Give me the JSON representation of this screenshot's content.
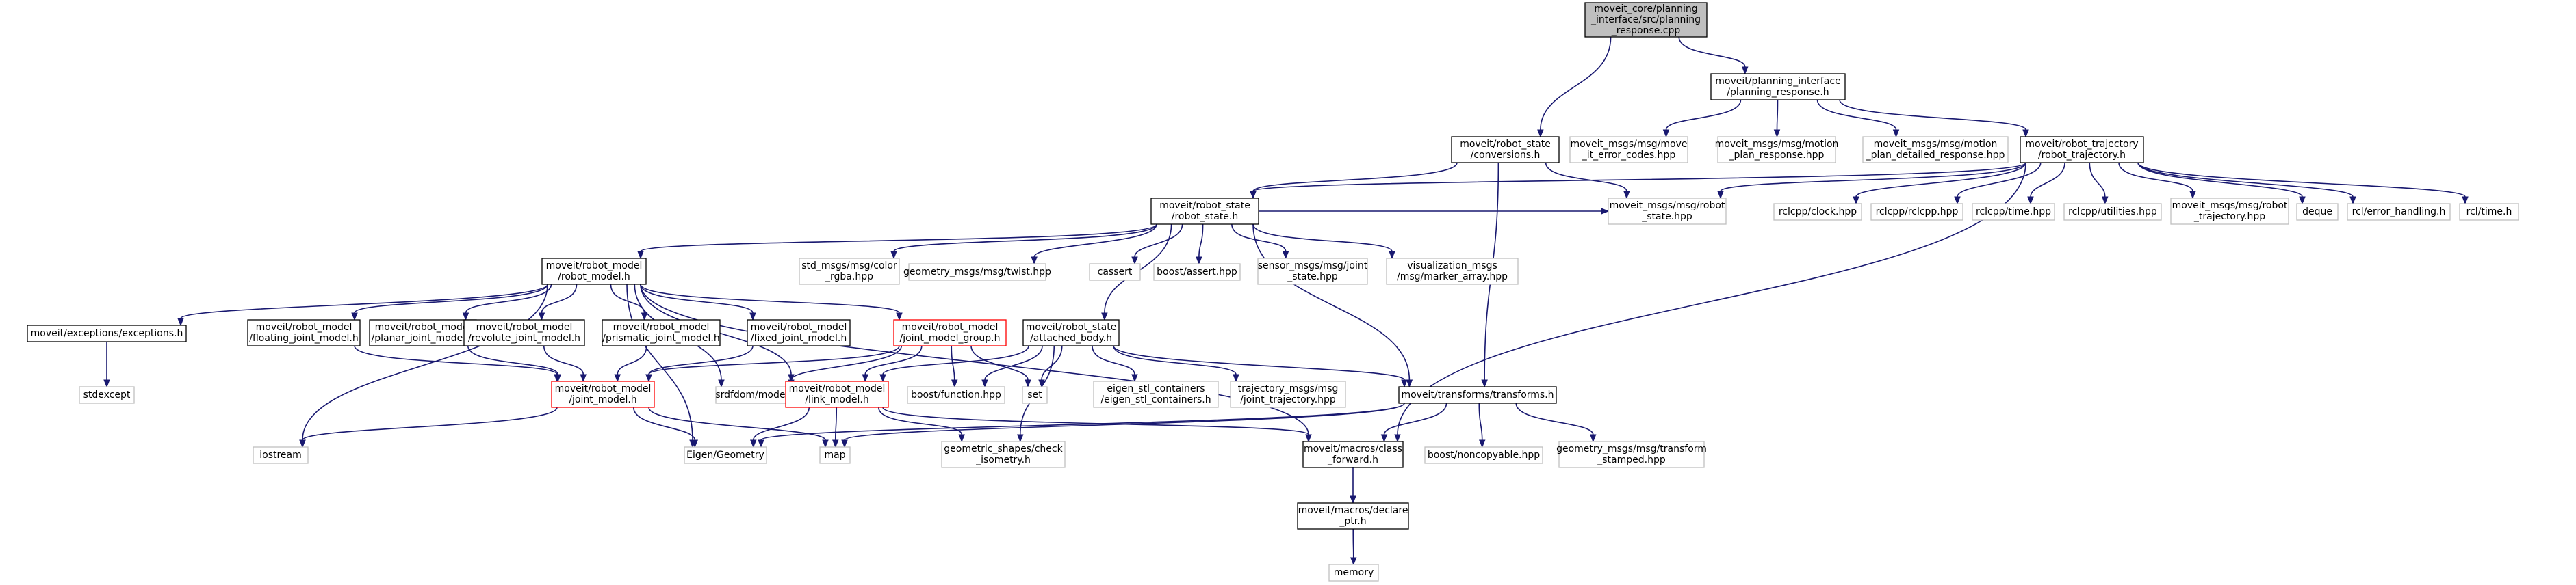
{
  "graph_title": "",
  "colors": {
    "edge": "#191970",
    "documented_border": "#000000",
    "external_border": "#bfbfbf",
    "truncated_border": "#ff0000",
    "root_fill": "#bfbfbf"
  },
  "nodes": [
    {
      "id": "root",
      "kind": "root",
      "lines": [
        "moveit_core/planning",
        "_interface/src/planning",
        "_response.cpp"
      ]
    },
    {
      "id": "planning_response_h",
      "kind": "doc",
      "lines": [
        "moveit/planning_interface",
        "/planning_response.h"
      ]
    },
    {
      "id": "conversions_h",
      "kind": "doc",
      "lines": [
        "moveit/robot_state",
        "/conversions.h"
      ]
    },
    {
      "id": "move_it_error_codes",
      "kind": "ext",
      "lines": [
        "moveit_msgs/msg/move",
        "_it_error_codes.hpp"
      ]
    },
    {
      "id": "motion_plan_response",
      "kind": "ext",
      "lines": [
        "moveit_msgs/msg/motion",
        "_plan_response.hpp"
      ]
    },
    {
      "id": "motion_plan_detailed",
      "kind": "ext",
      "lines": [
        "moveit_msgs/msg/motion",
        "_plan_detailed_response.hpp"
      ]
    },
    {
      "id": "robot_trajectory_h",
      "kind": "doc",
      "lines": [
        "moveit/robot_trajectory",
        "/robot_trajectory.h"
      ]
    },
    {
      "id": "robot_state_h",
      "kind": "doc",
      "lines": [
        "moveit/robot_state",
        "/robot_state.h"
      ]
    },
    {
      "id": "robot_state_msg",
      "kind": "ext",
      "lines": [
        "moveit_msgs/msg/robot",
        "_state.hpp"
      ]
    },
    {
      "id": "clock_hpp",
      "kind": "ext",
      "lines": [
        "rclcpp/clock.hpp"
      ]
    },
    {
      "id": "rclcpp_hpp",
      "kind": "ext",
      "lines": [
        "rclcpp/rclcpp.hpp"
      ]
    },
    {
      "id": "time_hpp",
      "kind": "ext",
      "lines": [
        "rclcpp/time.hpp"
      ]
    },
    {
      "id": "utilities_hpp",
      "kind": "ext",
      "lines": [
        "rclcpp/utilities.hpp"
      ]
    },
    {
      "id": "robot_trajectory_msg",
      "kind": "ext",
      "lines": [
        "moveit_msgs/msg/robot",
        "_trajectory.hpp"
      ]
    },
    {
      "id": "deque",
      "kind": "ext",
      "lines": [
        "deque"
      ]
    },
    {
      "id": "error_handling_h",
      "kind": "ext",
      "lines": [
        "rcl/error_handling.h"
      ]
    },
    {
      "id": "rcl_time_h",
      "kind": "ext",
      "lines": [
        "rcl/time.h"
      ]
    },
    {
      "id": "robot_model_h",
      "kind": "doc",
      "lines": [
        "moveit/robot_model",
        "/robot_model.h"
      ]
    },
    {
      "id": "color_rgba",
      "kind": "ext",
      "lines": [
        "std_msgs/msg/color",
        "_rgba.hpp"
      ]
    },
    {
      "id": "twist_hpp",
      "kind": "ext",
      "lines": [
        "geometry_msgs/msg/twist.hpp"
      ]
    },
    {
      "id": "cassert",
      "kind": "ext",
      "lines": [
        "cassert"
      ]
    },
    {
      "id": "boost_assert",
      "kind": "ext",
      "lines": [
        "boost/assert.hpp"
      ]
    },
    {
      "id": "joint_state",
      "kind": "ext",
      "lines": [
        "sensor_msgs/msg/joint",
        "_state.hpp"
      ]
    },
    {
      "id": "marker_array",
      "kind": "ext",
      "lines": [
        "visualization_msgs",
        "/msg/marker_array.hpp"
      ]
    },
    {
      "id": "exceptions_h",
      "kind": "doc",
      "lines": [
        "moveit/exceptions/exceptions.h"
      ]
    },
    {
      "id": "floating_joint",
      "kind": "doc",
      "lines": [
        "moveit/robot_model",
        "/floating_joint_model.h"
      ]
    },
    {
      "id": "planar_joint",
      "kind": "doc",
      "lines": [
        "moveit/robot_model",
        "/planar_joint_model.h"
      ]
    },
    {
      "id": "revolute_joint",
      "kind": "doc",
      "lines": [
        "moveit/robot_model",
        "/revolute_joint_model.h"
      ]
    },
    {
      "id": "prismatic_joint",
      "kind": "doc",
      "lines": [
        "moveit/robot_model",
        "/prismatic_joint_model.h"
      ]
    },
    {
      "id": "fixed_joint",
      "kind": "doc",
      "lines": [
        "moveit/robot_model",
        "/fixed_joint_model.h"
      ]
    },
    {
      "id": "joint_model_group",
      "kind": "trunc",
      "lines": [
        "moveit/robot_model",
        "/joint_model_group.h"
      ]
    },
    {
      "id": "attached_body",
      "kind": "doc",
      "lines": [
        "moveit/robot_state",
        "/attached_body.h"
      ]
    },
    {
      "id": "stdexcept",
      "kind": "ext",
      "lines": [
        "stdexcept"
      ]
    },
    {
      "id": "joint_model_h",
      "kind": "trunc",
      "lines": [
        "moveit/robot_model",
        "/joint_model.h"
      ]
    },
    {
      "id": "srdfdom",
      "kind": "ext",
      "lines": [
        "srdfdom/model.h"
      ]
    },
    {
      "id": "link_model_h",
      "kind": "trunc",
      "lines": [
        "moveit/robot_model",
        "/link_model.h"
      ]
    },
    {
      "id": "boost_function",
      "kind": "ext",
      "lines": [
        "boost/function.hpp"
      ]
    },
    {
      "id": "set",
      "kind": "ext",
      "lines": [
        "set"
      ]
    },
    {
      "id": "eigen_stl",
      "kind": "ext",
      "lines": [
        "eigen_stl_containers",
        "/eigen_stl_containers.h"
      ]
    },
    {
      "id": "joint_trajectory",
      "kind": "ext",
      "lines": [
        "trajectory_msgs/msg",
        "/joint_trajectory.hpp"
      ]
    },
    {
      "id": "transforms_h",
      "kind": "doc",
      "lines": [
        "moveit/transforms/transforms.h"
      ]
    },
    {
      "id": "iostream",
      "kind": "ext",
      "lines": [
        "iostream"
      ]
    },
    {
      "id": "eigen_geometry",
      "kind": "ext",
      "lines": [
        "Eigen/Geometry"
      ]
    },
    {
      "id": "map",
      "kind": "ext",
      "lines": [
        "map"
      ]
    },
    {
      "id": "check_isometry",
      "kind": "ext",
      "lines": [
        "geometric_shapes/check",
        "_isometry.h"
      ]
    },
    {
      "id": "class_forward",
      "kind": "doc",
      "lines": [
        "moveit/macros/class",
        "_forward.h"
      ]
    },
    {
      "id": "noncopyable",
      "kind": "ext",
      "lines": [
        "boost/noncopyable.hpp"
      ]
    },
    {
      "id": "transform_stamped",
      "kind": "ext",
      "lines": [
        "geometry_msgs/msg/transform",
        "_stamped.hpp"
      ]
    },
    {
      "id": "declare_ptr",
      "kind": "doc",
      "lines": [
        "moveit/macros/declare",
        "_ptr.h"
      ]
    },
    {
      "id": "memory",
      "kind": "ext",
      "lines": [
        "memory"
      ]
    }
  ],
  "edges": [
    [
      "root",
      "planning_response_h"
    ],
    [
      "root",
      "conversions_h"
    ],
    [
      "planning_response_h",
      "move_it_error_codes"
    ],
    [
      "planning_response_h",
      "motion_plan_response"
    ],
    [
      "planning_response_h",
      "motion_plan_detailed"
    ],
    [
      "planning_response_h",
      "robot_trajectory_h"
    ],
    [
      "conversions_h",
      "robot_state_h"
    ],
    [
      "conversions_h",
      "robot_state_msg"
    ],
    [
      "conversions_h",
      "transforms_h"
    ],
    [
      "robot_trajectory_h",
      "robot_state_h"
    ],
    [
      "robot_trajectory_h",
      "robot_state_msg"
    ],
    [
      "robot_trajectory_h",
      "clock_hpp"
    ],
    [
      "robot_trajectory_h",
      "rclcpp_hpp"
    ],
    [
      "robot_trajectory_h",
      "time_hpp"
    ],
    [
      "robot_trajectory_h",
      "utilities_hpp"
    ],
    [
      "robot_trajectory_h",
      "robot_trajectory_msg"
    ],
    [
      "robot_trajectory_h",
      "deque"
    ],
    [
      "robot_trajectory_h",
      "error_handling_h"
    ],
    [
      "robot_trajectory_h",
      "rcl_time_h"
    ],
    [
      "robot_trajectory_h",
      "class_forward"
    ],
    [
      "robot_state_h",
      "robot_model_h"
    ],
    [
      "robot_state_h",
      "color_rgba"
    ],
    [
      "robot_state_h",
      "twist_hpp"
    ],
    [
      "robot_state_h",
      "cassert"
    ],
    [
      "robot_state_h",
      "boost_assert"
    ],
    [
      "robot_state_h",
      "joint_state"
    ],
    [
      "robot_state_h",
      "marker_array"
    ],
    [
      "robot_state_h",
      "attached_body"
    ],
    [
      "robot_state_h",
      "transforms_h"
    ],
    [
      "robot_state_h",
      "robot_state_msg"
    ],
    [
      "robot_model_h",
      "exceptions_h"
    ],
    [
      "robot_model_h",
      "floating_joint"
    ],
    [
      "robot_model_h",
      "planar_joint"
    ],
    [
      "robot_model_h",
      "revolute_joint"
    ],
    [
      "robot_model_h",
      "prismatic_joint"
    ],
    [
      "robot_model_h",
      "fixed_joint"
    ],
    [
      "robot_model_h",
      "joint_model_group"
    ],
    [
      "robot_model_h",
      "iostream"
    ],
    [
      "robot_model_h",
      "eigen_geometry"
    ],
    [
      "robot_model_h",
      "srdfdom"
    ],
    [
      "robot_model_h",
      "link_model_h"
    ],
    [
      "robot_model_h",
      "class_forward"
    ],
    [
      "exceptions_h",
      "stdexcept"
    ],
    [
      "floating_joint",
      "joint_model_h"
    ],
    [
      "planar_joint",
      "joint_model_h"
    ],
    [
      "revolute_joint",
      "joint_model_h"
    ],
    [
      "prismatic_joint",
      "joint_model_h"
    ],
    [
      "fixed_joint",
      "joint_model_h"
    ],
    [
      "joint_model_group",
      "joint_model_h"
    ],
    [
      "joint_model_group",
      "srdfdom"
    ],
    [
      "joint_model_group",
      "link_model_h"
    ],
    [
      "joint_model_group",
      "boost_function"
    ],
    [
      "joint_model_group",
      "set"
    ],
    [
      "attached_body",
      "link_model_h"
    ],
    [
      "attached_body",
      "boost_function"
    ],
    [
      "attached_body",
      "set"
    ],
    [
      "attached_body",
      "eigen_stl"
    ],
    [
      "attached_body",
      "joint_trajectory"
    ],
    [
      "attached_body",
      "check_isometry"
    ],
    [
      "attached_body",
      "transforms_h"
    ],
    [
      "joint_model_h",
      "iostream"
    ],
    [
      "joint_model_h",
      "eigen_geometry"
    ],
    [
      "joint_model_h",
      "map"
    ],
    [
      "link_model_h",
      "eigen_geometry"
    ],
    [
      "link_model_h",
      "map"
    ],
    [
      "link_model_h",
      "check_isometry"
    ],
    [
      "link_model_h",
      "class_forward"
    ],
    [
      "transforms_h",
      "map"
    ],
    [
      "transforms_h",
      "eigen_geometry"
    ],
    [
      "transforms_h",
      "class_forward"
    ],
    [
      "transforms_h",
      "noncopyable"
    ],
    [
      "transforms_h",
      "transform_stamped"
    ],
    [
      "class_forward",
      "declare_ptr"
    ],
    [
      "declare_ptr",
      "memory"
    ]
  ]
}
